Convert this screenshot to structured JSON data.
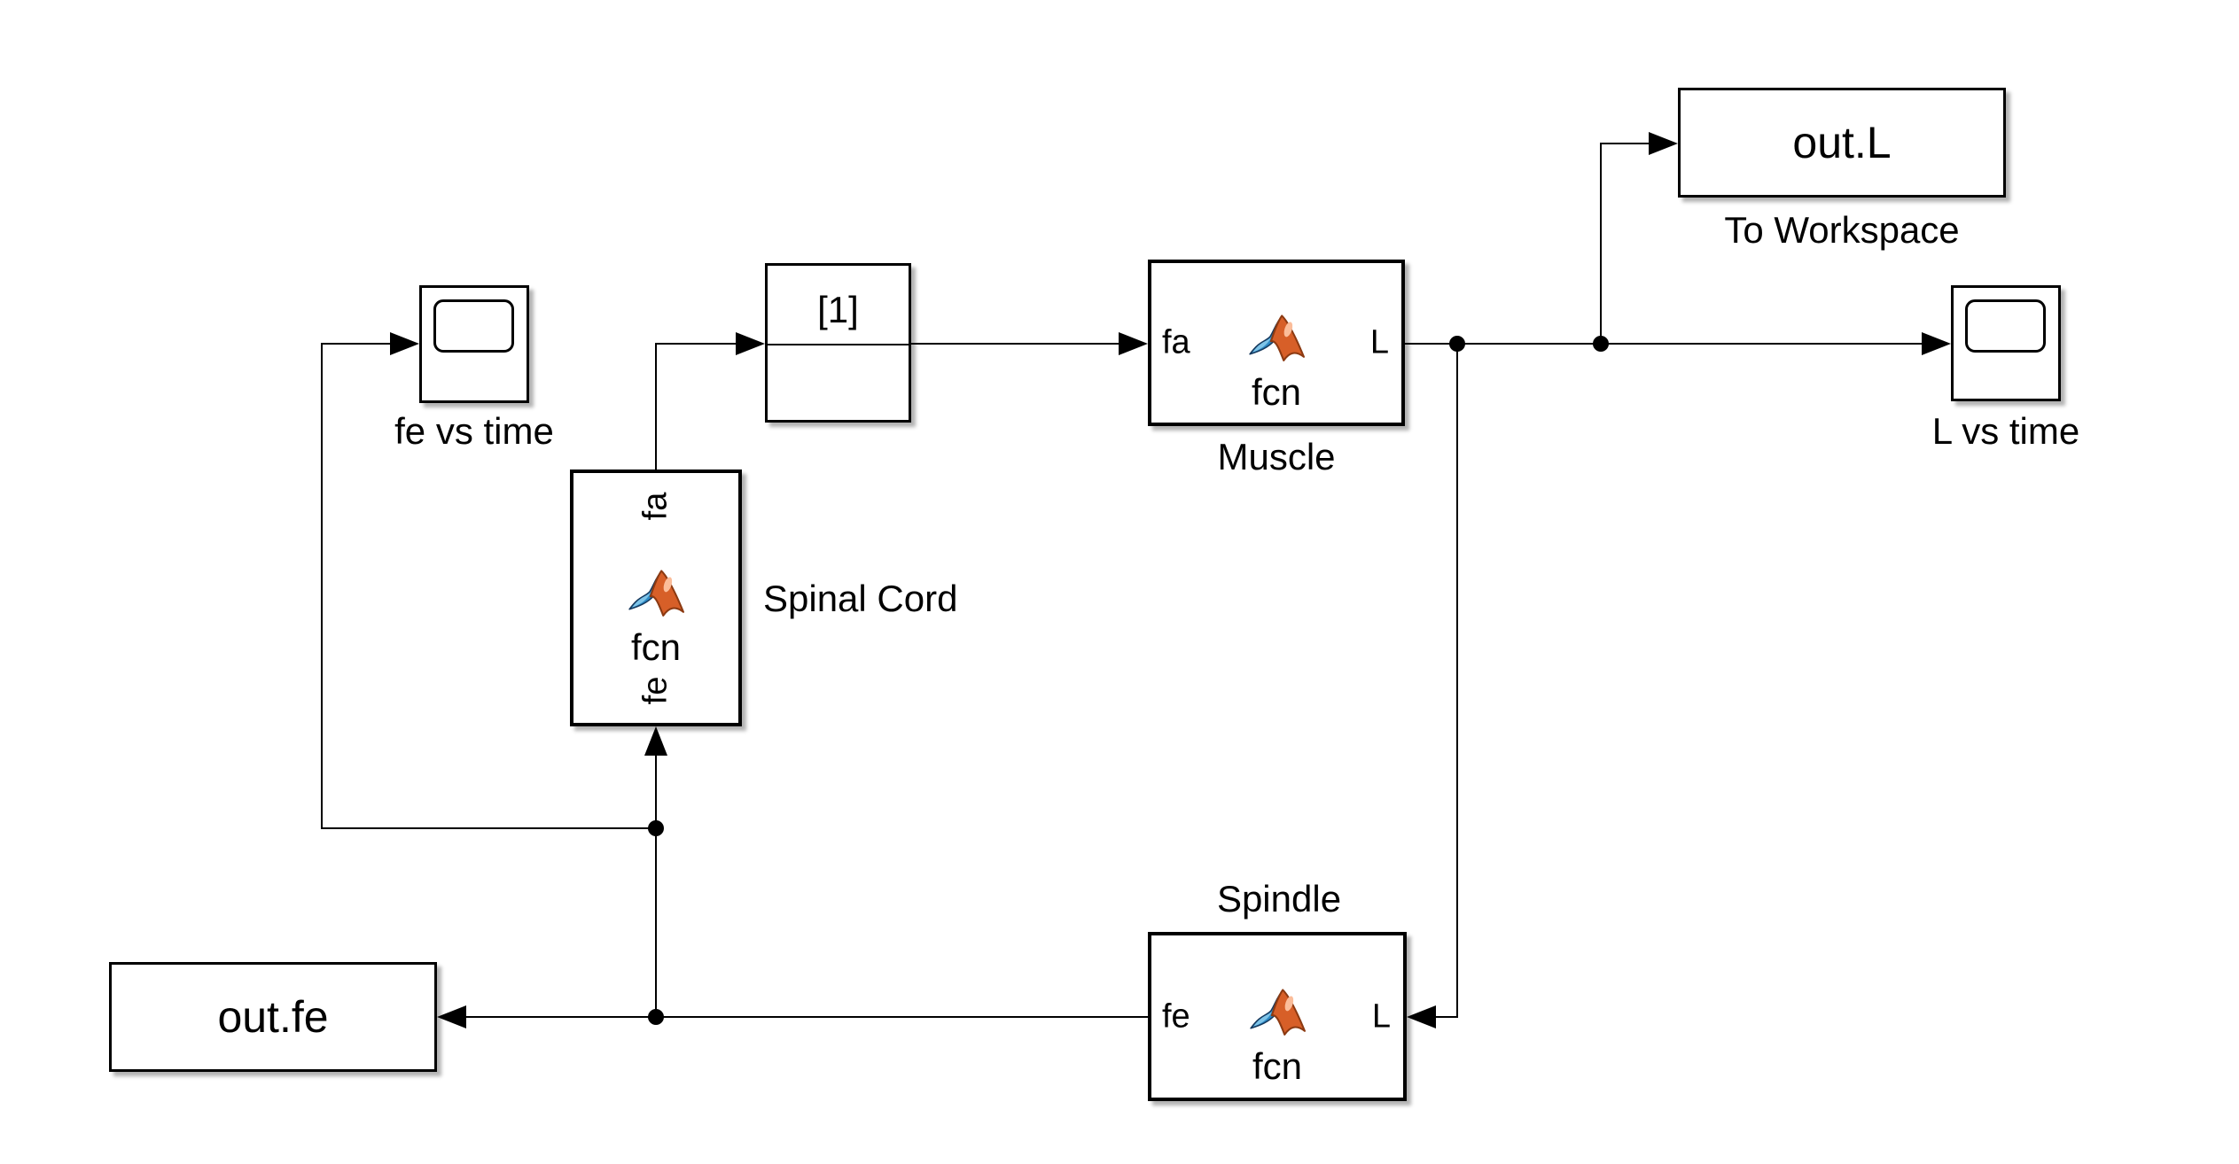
{
  "blocks": {
    "fe_scope": {
      "label": "fe vs time"
    },
    "ic": {
      "value": "[1]"
    },
    "spinal_cord": {
      "label": "Spinal Cord",
      "fcn": "fcn",
      "ports": {
        "top_out": "fa",
        "bottom_in": "fe"
      }
    },
    "muscle": {
      "label": "Muscle",
      "fcn": "fcn",
      "ports": {
        "in": "fa",
        "out": "L"
      }
    },
    "to_workspace_l": {
      "value": "out.L",
      "label": "To Workspace"
    },
    "l_scope": {
      "label": "L vs time"
    },
    "spindle": {
      "label": "Spindle",
      "fcn": "fcn",
      "ports": {
        "out": "fe",
        "in": "L"
      }
    },
    "to_workspace_fe": {
      "value": "out.fe"
    }
  },
  "colors": {
    "background": "#ffffff",
    "line": "#000000",
    "block_fill": "#ffffff",
    "logo_orange": "#d75f28",
    "logo_orange_dark": "#8c3a12",
    "logo_highlight": "#fbbd9a",
    "logo_blue": "#2e8bc6",
    "logo_blue_light": "#7fc4e8",
    "logo_blue_dark": "#173a5e"
  }
}
